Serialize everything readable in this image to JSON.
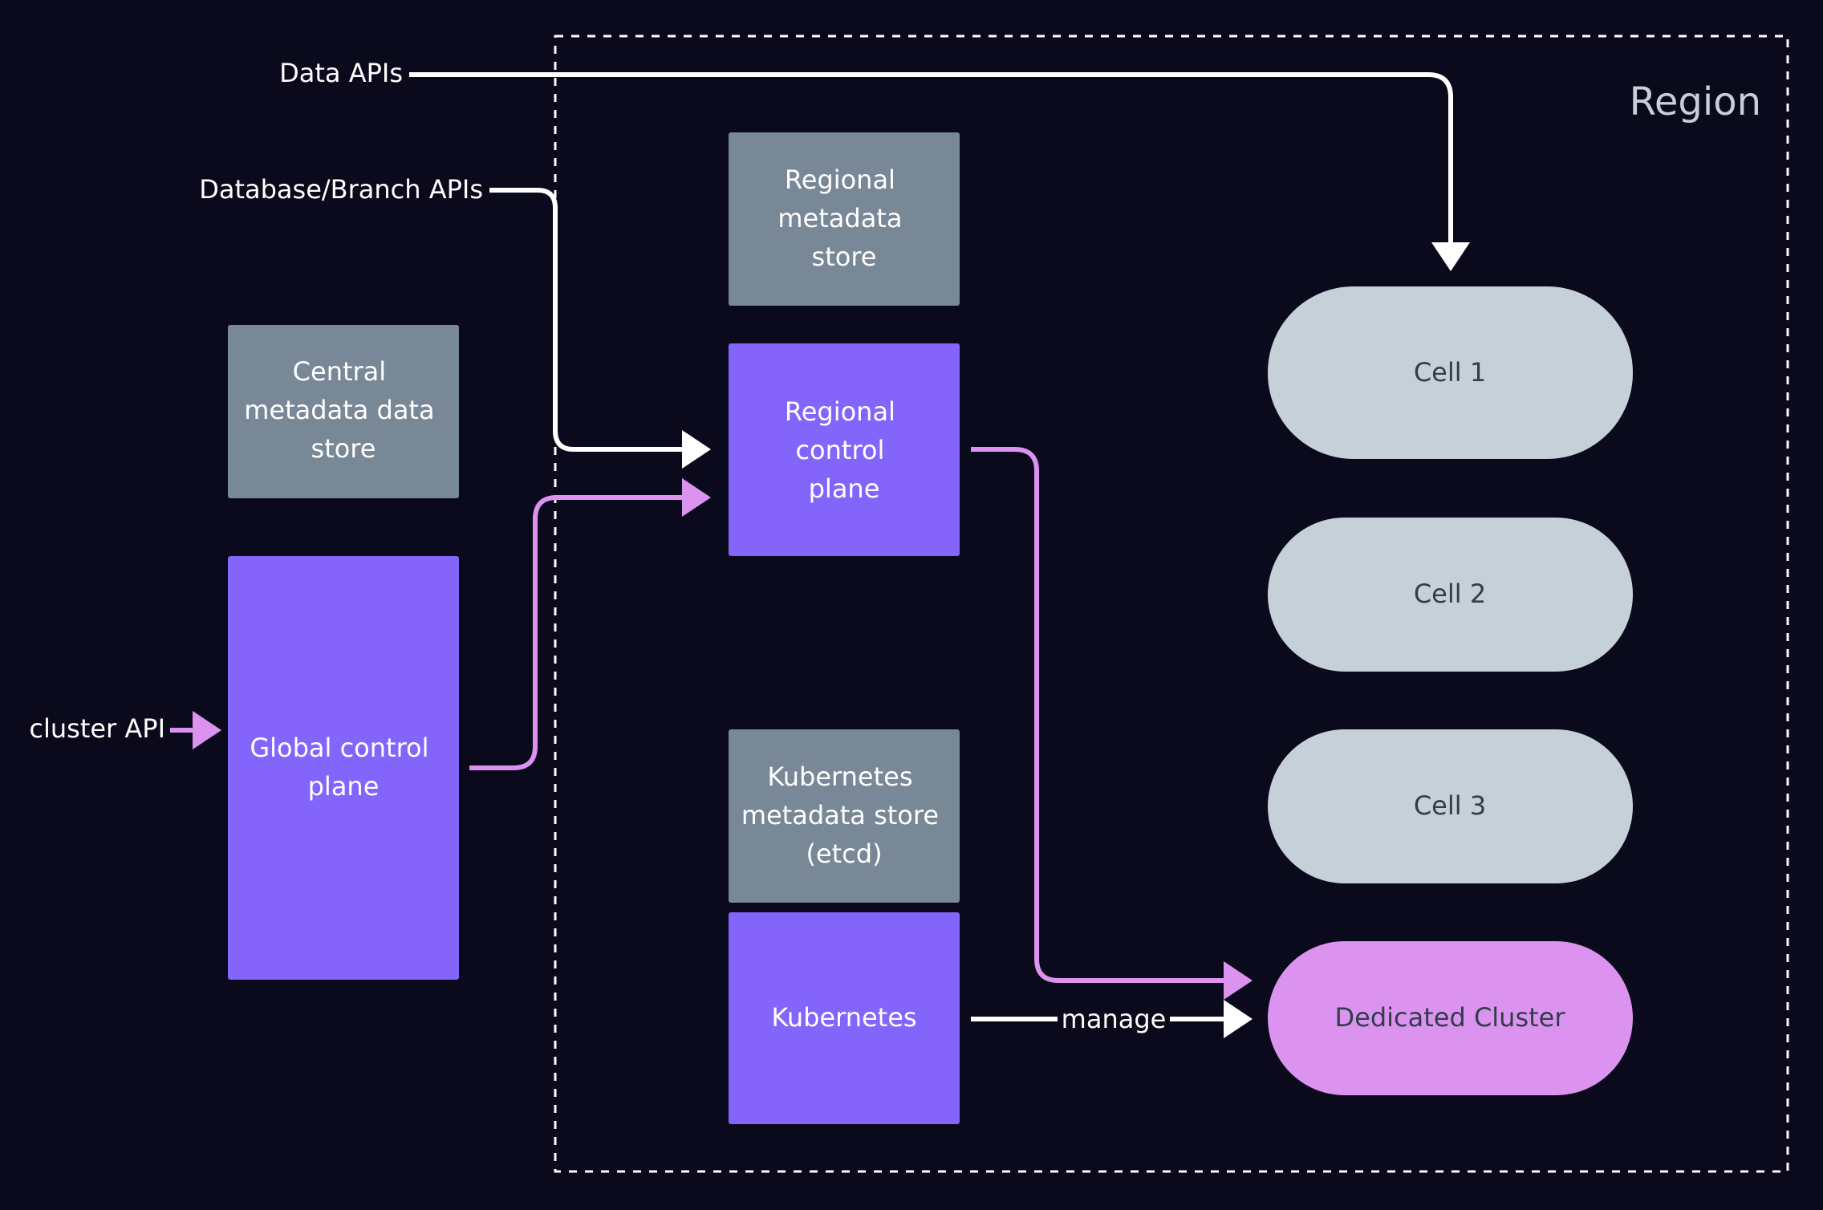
{
  "colors": {
    "background": "#0b0a1c",
    "gray_box": "#788896",
    "purple_box": "#8465fc",
    "cell": "#c5d0d8",
    "dedicated": "#dc93f0",
    "white_arrow": "#ffffff",
    "pink_arrow": "#dc93f0",
    "light_text": "#ffffff",
    "dark_text": "#2f3e4a"
  },
  "region": {
    "label": "Region"
  },
  "external_labels": {
    "data_apis": "Data APIs",
    "database_branch_apis": "Database/Branch APIs",
    "cluster_api": "cluster API",
    "manage": "manage"
  },
  "boxes": {
    "central_metadata": {
      "lines": [
        "Central",
        "metadata data",
        "store"
      ]
    },
    "global_control_plane": {
      "lines": [
        "Global control",
        "plane"
      ]
    },
    "regional_metadata": {
      "lines": [
        "Regional",
        "metadata",
        "store"
      ]
    },
    "regional_control_plane": {
      "lines": [
        "Regional",
        "control",
        "plane"
      ]
    },
    "kubernetes_metadata": {
      "lines": [
        "Kubernetes",
        "metadata store",
        "(etcd)"
      ]
    },
    "kubernetes": {
      "lines": [
        "Kubernetes"
      ]
    }
  },
  "cells": {
    "cell_1": "Cell 1",
    "cell_2": "Cell 2",
    "cell_3": "Cell 3",
    "dedicated_cluster": "Dedicated Cluster"
  }
}
